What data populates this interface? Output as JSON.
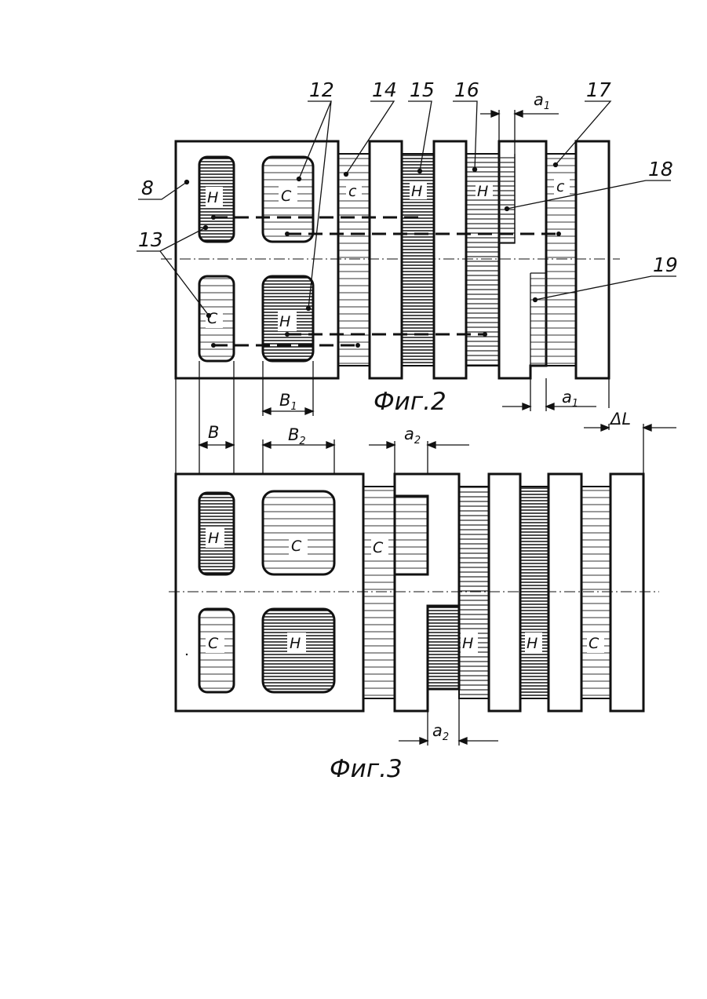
{
  "figures": {
    "fig2": {
      "caption": "Фиг.2"
    },
    "fig3": {
      "caption": "Фиг.3"
    }
  },
  "reference_numerals": {
    "n8": "8",
    "n12": "12",
    "n13": "13",
    "n14": "14",
    "n15": "15",
    "n16": "16",
    "n17": "17",
    "n18": "18",
    "n19": "19"
  },
  "dimensions": {
    "a1": "a",
    "a1_sub": "1",
    "a2": "a",
    "a2_sub": "2",
    "b": "B",
    "b1": "B",
    "b1_sub": "1",
    "b2": "B",
    "b2_sub": "2",
    "delta_l": "ΔL"
  },
  "region_labels": {
    "hot": "H",
    "cold": "C",
    "cold_small": "c"
  }
}
